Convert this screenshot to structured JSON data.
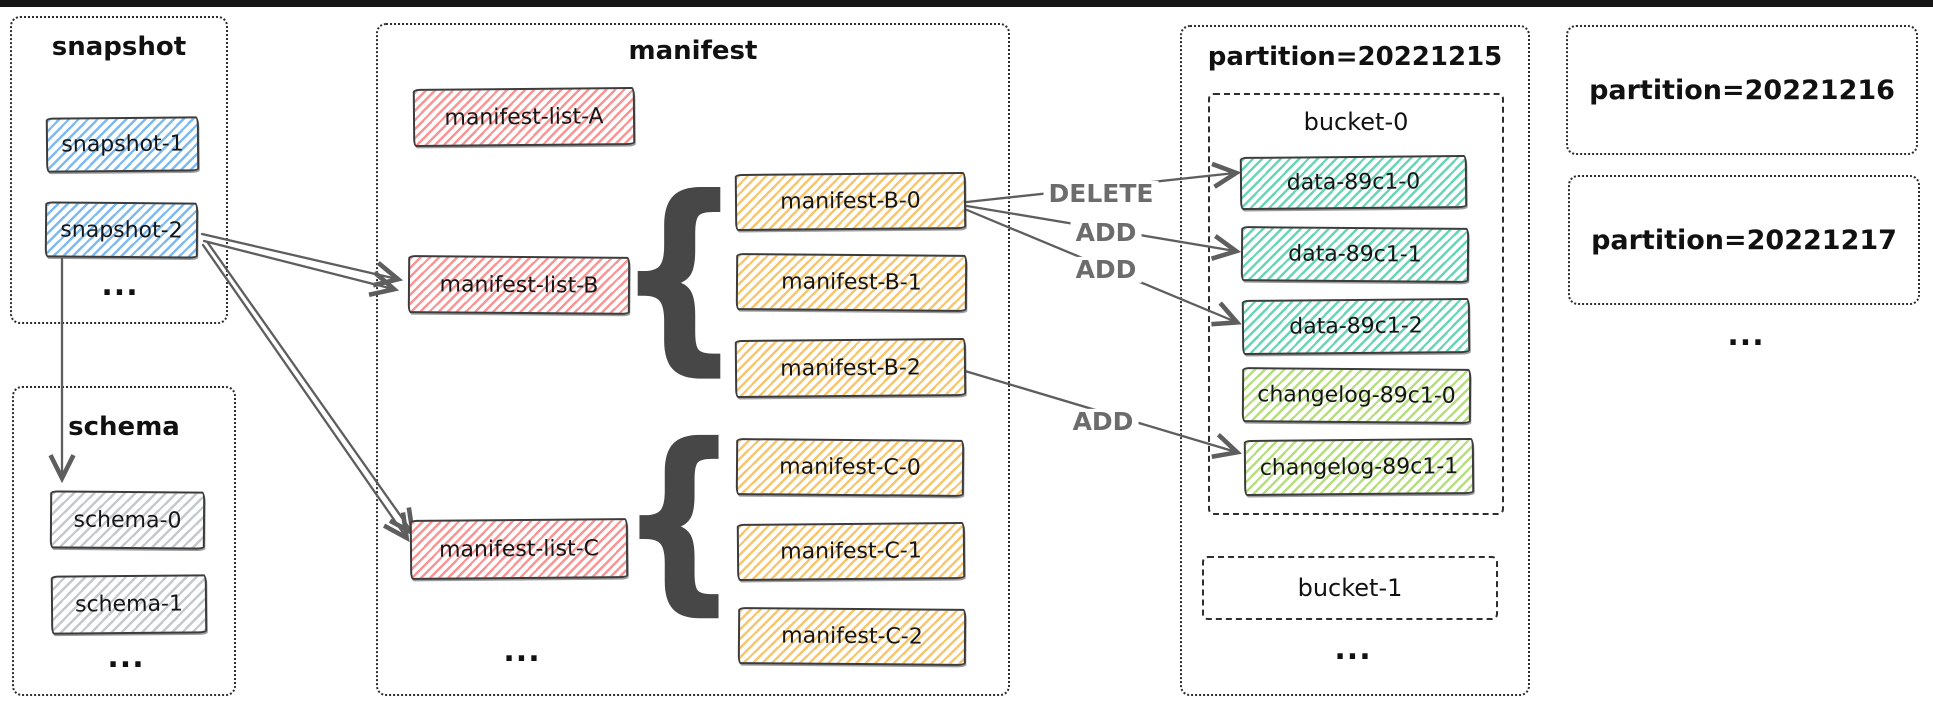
{
  "snapshot": {
    "title": "snapshot",
    "items": [
      "snapshot-1",
      "snapshot-2"
    ],
    "more": "..."
  },
  "schema": {
    "title": "schema",
    "items": [
      "schema-0",
      "schema-1"
    ],
    "more": "..."
  },
  "manifest": {
    "title": "manifest",
    "lists": [
      "manifest-list-A",
      "manifest-list-B",
      "manifest-list-C"
    ],
    "group_b": [
      "manifest-B-0",
      "manifest-B-1",
      "manifest-B-2"
    ],
    "group_c": [
      "manifest-C-0",
      "manifest-C-1",
      "manifest-C-2"
    ],
    "brace": "{",
    "more": "..."
  },
  "partition_current": {
    "title": "partition=20221215",
    "bucket0": {
      "title": "bucket-0",
      "files": [
        "data-89c1-0",
        "data-89c1-1",
        "data-89c1-2",
        "changelog-89c1-0",
        "changelog-89c1-1"
      ]
    },
    "bucket1": {
      "title": "bucket-1"
    },
    "more": "..."
  },
  "partition_next": {
    "title": "partition=20221216"
  },
  "partition_next2": {
    "title": "partition=20221217"
  },
  "partitions_more": "...",
  "edges": {
    "delete": "DELETE",
    "add_to_data1": "ADD",
    "add_to_data2": "ADD",
    "add_to_changelog": "ADD"
  },
  "colors": {
    "snapshot_fill": "#74c0fc",
    "schema_fill": "#ced4da",
    "manifest_list_fill": "#ff8787",
    "manifest_file_fill": "#f5b74a",
    "data_file_fill": "#36c79d",
    "changelog_file_fill": "#9ed350",
    "arrow": "#5e5e5e",
    "border": "#3c3c3c",
    "background": "#ffffff"
  }
}
